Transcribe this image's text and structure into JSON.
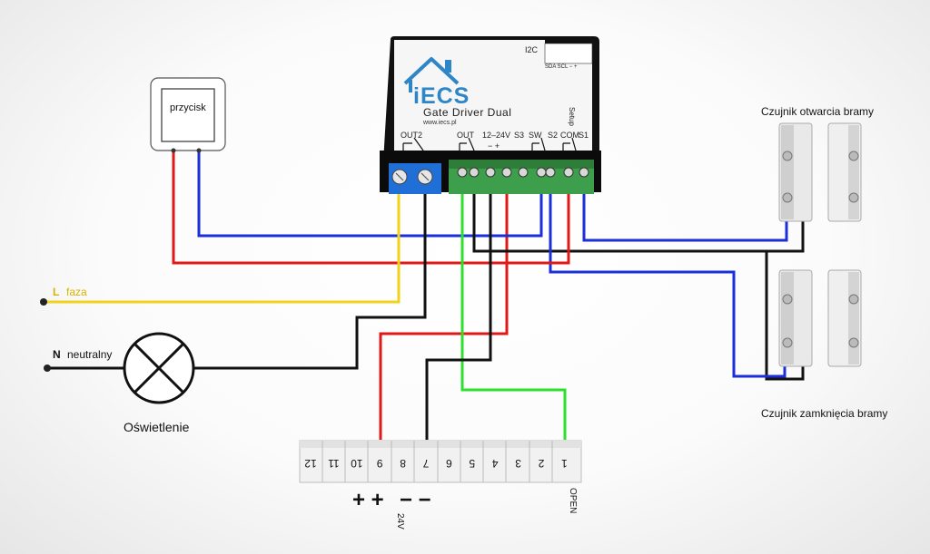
{
  "device": {
    "brand": "iECS",
    "model": "Gate Driver Dual",
    "url": "www.iecs.pl",
    "i2c_label": "I2C",
    "i2c_pins": "SDA SCL  −  +",
    "setup_label": "Setup",
    "out2_label": "OUT2",
    "out_label": "OUT",
    "power_label": "12–24V",
    "power_pins": "−  +",
    "s3_label": "S3",
    "sw_label": "SW",
    "s2_label": "S2",
    "com_label": "COM",
    "s1_label": "S1"
  },
  "labels": {
    "button": "przycisk",
    "phase_letter": "L",
    "phase": "faza",
    "neutral_letter": "N",
    "neutral": "neutralny",
    "lighting": "Oświetlenie",
    "sensor_open": "Czujnik otwarcia bramy",
    "sensor_close": "Czujnik zamknięcia bramy"
  },
  "controller": {
    "terminals": [
      "12",
      "11",
      "10",
      "9",
      "8",
      "7",
      "6",
      "5",
      "4",
      "3",
      "2",
      "1"
    ],
    "plus_signs": "+ +",
    "minus_signs": "− −",
    "voltage": "24V",
    "open_label": "OPEN"
  },
  "wire_colors": {
    "red": "#e01818",
    "blue": "#1a2fd8",
    "black": "#111111",
    "yellow": "#f2d21a",
    "green": "#2ee02e"
  }
}
